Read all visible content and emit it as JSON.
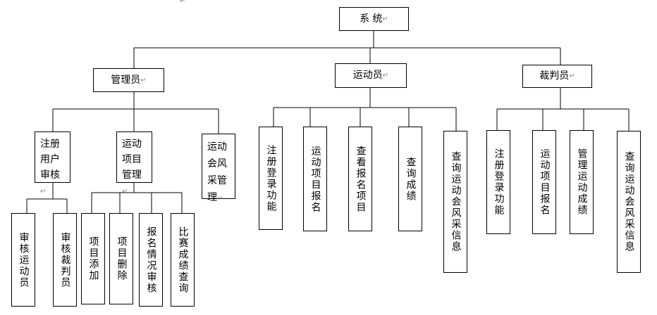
{
  "root": {
    "label": "系 统"
  },
  "groups": [
    {
      "label": "管理员",
      "children": [
        {
          "label": "注册用户审核",
          "children": [
            {
              "label": "审核运动员"
            },
            {
              "label": "审核裁判员"
            }
          ]
        },
        {
          "label": "运动项目管理",
          "children": [
            {
              "label": "项目添加"
            },
            {
              "label": "项目删除"
            },
            {
              "label": "报名情况审核"
            },
            {
              "label": "比赛成绩查询"
            }
          ]
        },
        {
          "label": "运动会风采管理"
        }
      ]
    },
    {
      "label": "运动员",
      "children": [
        {
          "label": "注册登录功能"
        },
        {
          "label": "运动项目报名"
        },
        {
          "label": "查看报名项目"
        },
        {
          "label": "查询成绩"
        },
        {
          "label": "查询运动会风采信息"
        }
      ]
    },
    {
      "label": "裁判员",
      "children": [
        {
          "label": "注册登录功能"
        },
        {
          "label": "运动项目报名"
        },
        {
          "label": "管理运动成绩"
        },
        {
          "label": "查询运动会风采信息"
        }
      ]
    }
  ],
  "paragraph_mark": "↵"
}
